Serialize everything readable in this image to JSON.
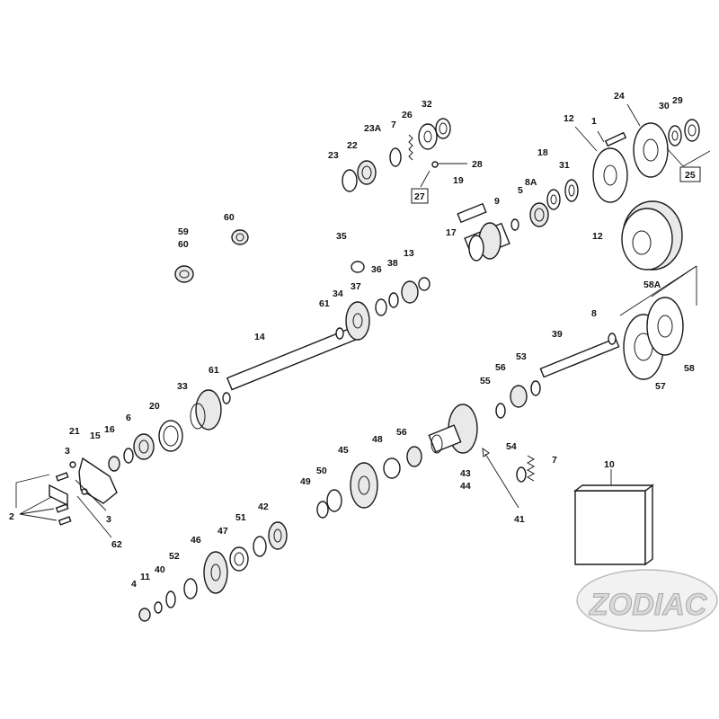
{
  "callouts": {
    "n1": "1",
    "n2": "2",
    "n3a": "3",
    "n3b": "3",
    "n4": "4",
    "n5": "5",
    "n6": "6",
    "n7a": "7",
    "n7b": "7",
    "n8": "8",
    "n8A": "8A",
    "n9": "9",
    "n10": "10",
    "n11": "11",
    "n12a": "12",
    "n12b": "12",
    "n13": "13",
    "n14": "14",
    "n15": "15",
    "n16": "16",
    "n17": "17",
    "n18": "18",
    "n19": "19",
    "n20": "20",
    "n21": "21",
    "n22": "22",
    "n23": "23",
    "n23A": "23A",
    "n24": "24",
    "n25": "25",
    "n26": "26",
    "n27": "27",
    "n28": "28",
    "n29": "29",
    "n30": "30",
    "n31": "31",
    "n32": "32",
    "n33": "33",
    "n34": "34",
    "n35": "35",
    "n36": "36",
    "n37": "37",
    "n38": "38",
    "n39": "39",
    "n40": "40",
    "n41": "41",
    "n42": "42",
    "n43": "43",
    "n44": "44",
    "n45": "45",
    "n46": "46",
    "n47": "47",
    "n48": "48",
    "n49": "49",
    "n50": "50",
    "n51": "51",
    "n52": "52",
    "n53": "53",
    "n54": "54",
    "n55": "55",
    "n56a": "56",
    "n56b": "56",
    "n57": "57",
    "n58": "58",
    "n58A": "58A",
    "n59": "59",
    "n60a": "60",
    "n60b": "60",
    "n61a": "61",
    "n61b": "61",
    "n62": "62"
  },
  "logo": {
    "text": "ZODIAC"
  },
  "colors": {
    "ink": "#1a1a1a",
    "logo_fill": "#d9d9d9",
    "background": "#ffffff"
  }
}
